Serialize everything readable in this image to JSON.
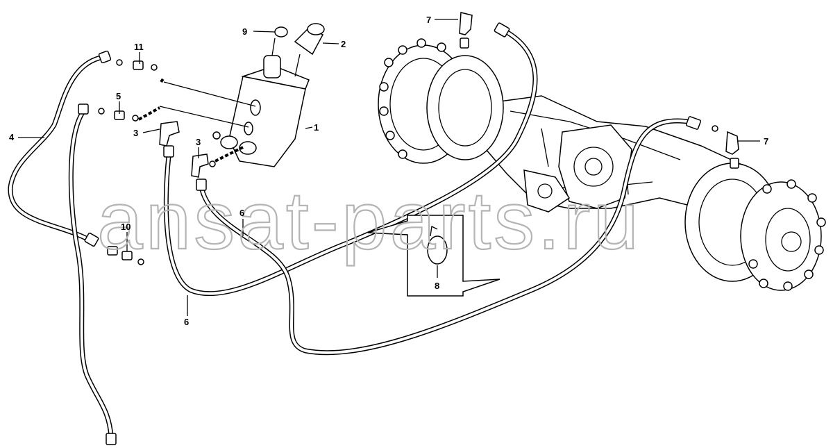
{
  "watermark": "ansat-parts.ru",
  "labels": {
    "l1": "1",
    "l2": "2",
    "l3a": "3",
    "l3b": "3",
    "l4": "4",
    "l5": "5",
    "l6a": "6",
    "l6b": "6",
    "l7a": "7",
    "l7b": "7",
    "l8": "8",
    "l9": "9",
    "l10": "10",
    "l11": "11"
  }
}
